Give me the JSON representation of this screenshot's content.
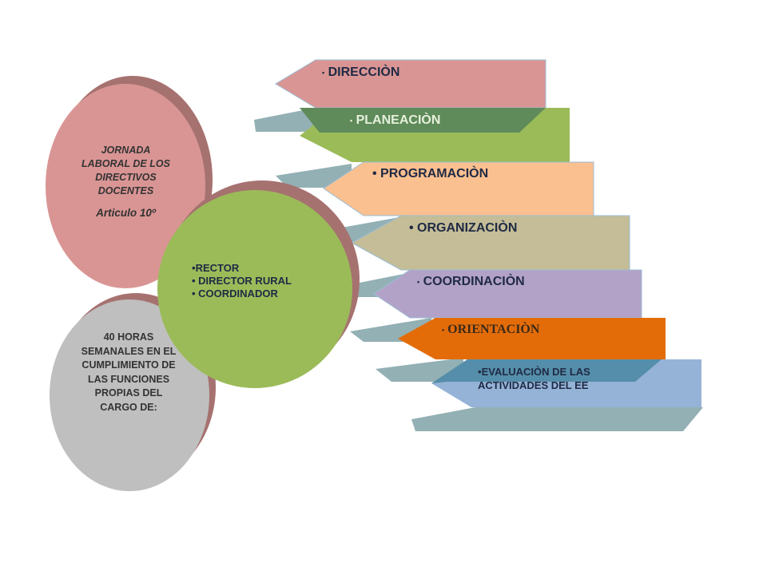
{
  "top_oval": {
    "title": "JORNADA LABORAL DE LOS DIRECTIVOS DOCENTES",
    "subtitle": "Articulo 10º"
  },
  "bottom_oval": {
    "text": "40 HORAS SEMANALES EN EL CUMPLIMIENTO DE LAS FUNCIONES PROPIAS DEL CARGO DE:"
  },
  "center_circle": {
    "items": [
      "RECTOR",
      "DIRECTOR RURAL",
      "COORDINADOR"
    ]
  },
  "ribbons": [
    {
      "label": "DIRECCIÒN",
      "color": "#d99594"
    },
    {
      "label": "PLANEACIÒN",
      "color": "#9bbb59"
    },
    {
      "label": "PROGRAMACIÒN",
      "color": "#fac090"
    },
    {
      "label": "ORGANIZACIÒN",
      "color": "#c4bd97"
    },
    {
      "label": "COORDINACIÒN",
      "color": "#b3a2c7"
    },
    {
      "label": "ORIENTACIÒN",
      "color": "#e36c09"
    },
    {
      "label": "EVALUACIÒN DE LAS ACTIVIDADES DEL EE",
      "color": "#95b3d7"
    }
  ],
  "colors": {
    "top_oval": "#d99594",
    "bottom_oval": "#bfbfbf",
    "center_circle": "#9bbb59",
    "ribbon_fold": "#93b0b4"
  }
}
